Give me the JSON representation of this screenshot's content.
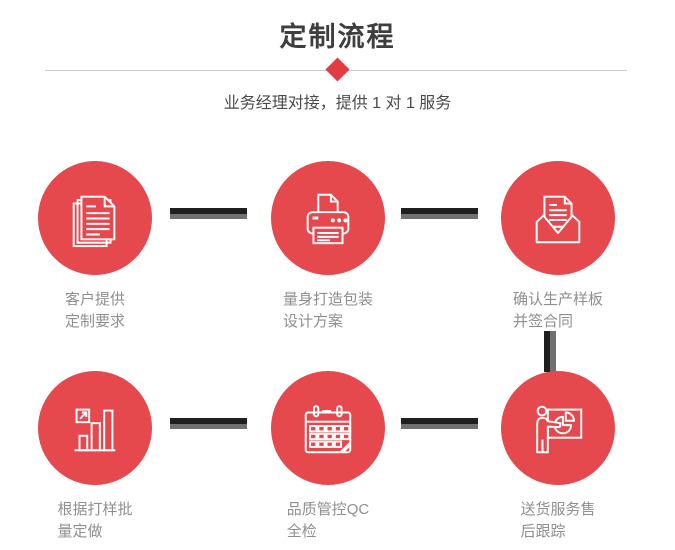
{
  "page": {
    "title": "定制流程",
    "subtitle": "业务经理对接，提供 1 对 1 服务"
  },
  "colors": {
    "accent_red": "#e5484d",
    "diamond_red": "#e23b40",
    "title_gray": "#3e3e3e",
    "subtitle_gray": "#4a4a4a",
    "label_gray": "#8f8f8f",
    "connector_dark": "#1f1f1f",
    "connector_light": "#707070",
    "divider_gray": "#cbcbcb"
  },
  "steps": [
    {
      "icon": "documents-stack-icon",
      "label_line1": "客户提供",
      "label_line2": "定制要求"
    },
    {
      "icon": "printer-icon",
      "label_line1": "量身打造包装",
      "label_line2": "设计方案"
    },
    {
      "icon": "open-envelope-letter-icon",
      "label_line1": "确认生产样板",
      "label_line2": "并签合同"
    },
    {
      "icon": "bar-chart-growth-icon",
      "label_line1": "根据打样批",
      "label_line2": "量定做"
    },
    {
      "icon": "calendar-icon",
      "label_line1": "品质管控QC",
      "label_line2": "全检"
    },
    {
      "icon": "presentation-pie-icon",
      "label_line1": "送货服务售",
      "label_line2": "后跟踪"
    }
  ]
}
